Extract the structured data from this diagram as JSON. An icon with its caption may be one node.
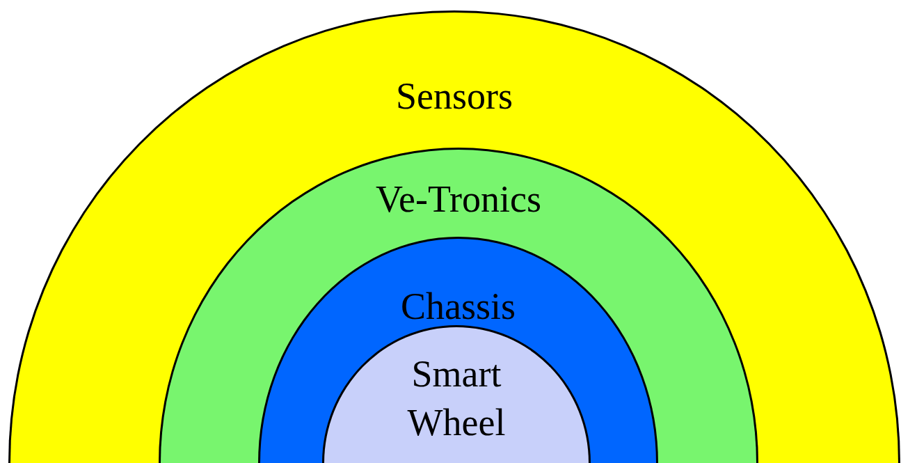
{
  "diagram": {
    "nodes": [
      {
        "text": [
          "Sensors"
        ]
      },
      {
        "text": [
          "Ve-Tronics"
        ],
        "in": 0
      },
      {
        "text": [
          "Chassis"
        ],
        "in": 1
      },
      {
        "text": [
          "Smart Wheel"
        ],
        "in": 2
      }
    ]
  }
}
